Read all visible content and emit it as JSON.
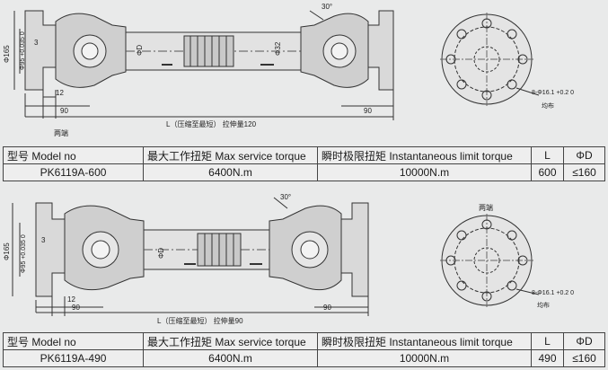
{
  "diagrams": [
    {
      "labels": {
        "d_flange": "Φ165",
        "d_tol": "Φ95 +0.035 0",
        "dim_3": "3",
        "dim_12": "12",
        "dim_90_left": "90",
        "dim_90_right": "90",
        "phi_d_left": "ΦD",
        "phi_d_right": "Φ32",
        "angle": "30°",
        "length": "L（压缩至最短） 拉伸量120",
        "holes": "8-Φ16.1 +0.2 0",
        "uniform": "均布",
        "both_ends": "两端"
      }
    },
    {
      "labels": {
        "d_flange": "Φ165",
        "d_tol": "Φ95 +0.035 0",
        "dim_3": "3",
        "dim_12": "12",
        "dim_90_left": "90",
        "dim_90_right": "90",
        "phi_d_left": "ΦD",
        "angle": "30°",
        "length": "L（压缩至最短） 拉伸量90",
        "holes": "8-Φ16.1 +0.2 0",
        "uniform": "均布",
        "both_ends": "两端"
      }
    }
  ],
  "tables": [
    {
      "headers": [
        "型号 Model no",
        "最大工作扭矩 Max service torque",
        "瞬时极限扭矩 Instantaneous limit torque",
        "L",
        "ΦD"
      ],
      "row": [
        "PK6119A-600",
        "6400N.m",
        "10000N.m",
        "600",
        "≤160"
      ]
    },
    {
      "headers": [
        "型号 Model no",
        "最大工作扭矩 Max service torque",
        "瞬时极限扭矩 Instantaneous limit torque",
        "L",
        "ΦD"
      ],
      "row": [
        "PK6119A-490",
        "6400N.m",
        "10000N.m",
        "490",
        "≤160"
      ]
    }
  ]
}
